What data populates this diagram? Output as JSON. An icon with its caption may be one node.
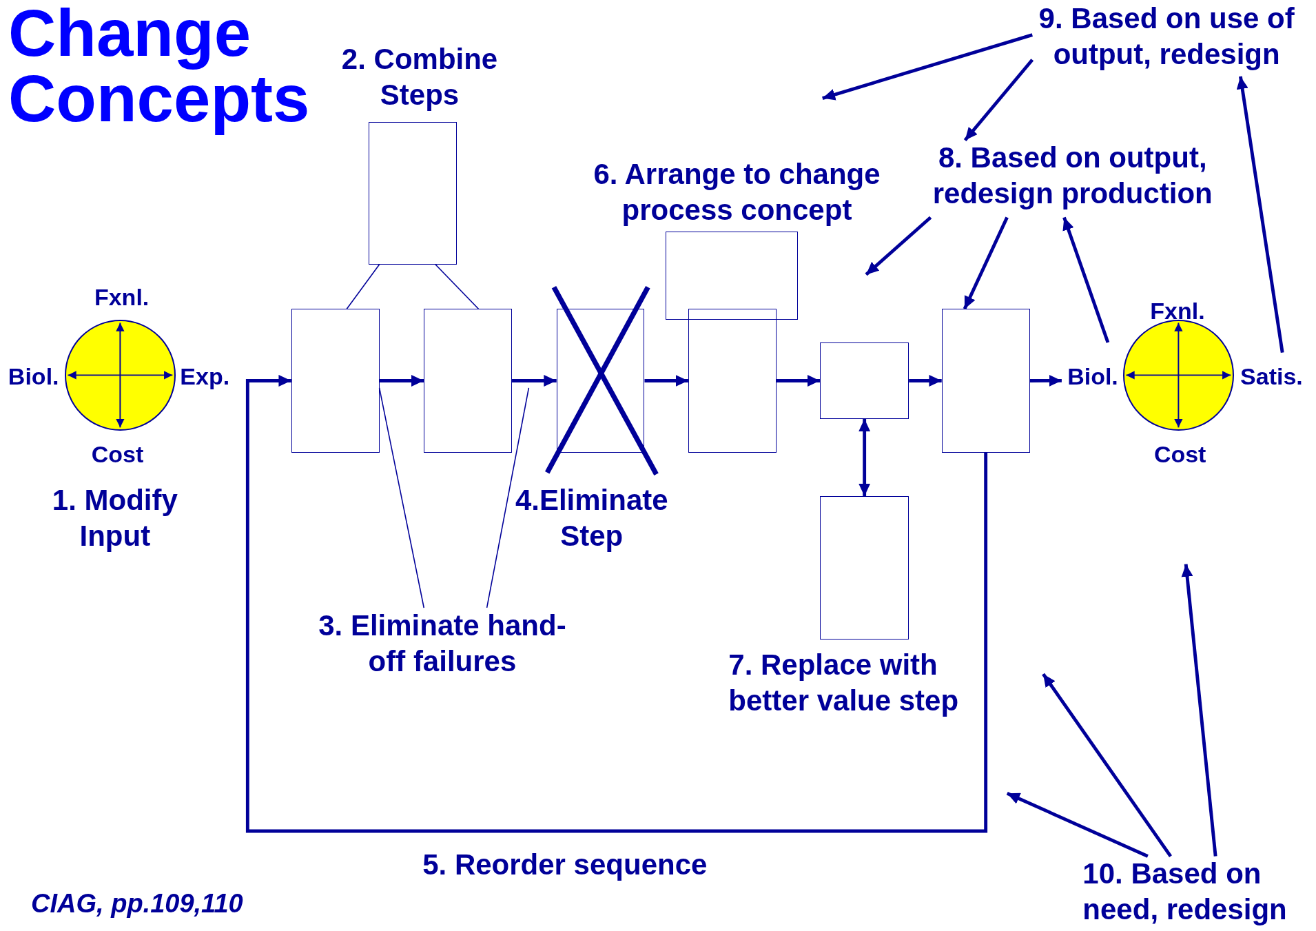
{
  "diagram": {
    "title": "Change Concepts",
    "nodes": [
      {
        "text": [],
        "shape": "circle",
        "beside": [
          "Fxnl.",
          "Biol.",
          "Exp.",
          "Cost",
          "1. Modify Input"
        ]
      },
      {
        "text": [
          "2. Combine Steps"
        ]
      },
      {
        "text": [],
        "shape": "box"
      },
      {
        "text": [],
        "shape": "box"
      },
      {
        "text": [],
        "shape": "box",
        "beside": [
          "4.Eliminate Step"
        ]
      },
      {
        "text": [
          "6. Arrange to change process concept"
        ]
      },
      {
        "text": [],
        "shape": "box"
      },
      {
        "text": [],
        "shape": "box"
      },
      {
        "text": [],
        "shape": "box",
        "beside": [
          "7. Replace with better value step"
        ]
      },
      {
        "text": [],
        "shape": "box"
      },
      {
        "text": [],
        "shape": "circle",
        "beside": [
          "Fxnl.",
          "Biol.",
          "Satis.",
          "Cost"
        ]
      },
      {
        "text": [
          "3. Eliminate hand-off failures"
        ]
      },
      {
        "text": [
          "8. Based on output, redesign production"
        ]
      },
      {
        "text": [
          "9. Based on use of output, redesign"
        ]
      },
      {
        "text": [
          "10. Based on need, redesign"
        ]
      }
    ],
    "edges": [
      {
        "from": 9,
        "to": 2,
        "arrow": "to",
        "label": "5. Reorder sequence"
      },
      {
        "from": 2,
        "to": 3,
        "arrow": "to"
      },
      {
        "from": 3,
        "to": 4,
        "arrow": "to"
      },
      {
        "from": 4,
        "to": 6,
        "arrow": "to"
      },
      {
        "from": 6,
        "to": 7,
        "arrow": "to"
      },
      {
        "from": 7,
        "to": 9,
        "arrow": "to"
      },
      {
        "from": 9,
        "to": 10,
        "arrow": "to"
      },
      {
        "from": 1,
        "to": 2,
        "arrow": "none"
      },
      {
        "from": 1,
        "to": 3,
        "arrow": "none"
      },
      {
        "from": 7,
        "to": 8,
        "arrow": "both"
      },
      {
        "from": 11,
        "to": 2,
        "arrow": "none"
      },
      {
        "from": 11,
        "to": null,
        "arrow": "none"
      },
      {
        "from": 12,
        "to": null,
        "arrow": "to"
      },
      {
        "from": 12,
        "to": 9,
        "arrow": "to"
      },
      {
        "from": 10,
        "to": 12,
        "arrow": "to"
      },
      {
        "from": 13,
        "to": null,
        "arrow": "to"
      },
      {
        "from": 13,
        "to": 12,
        "arrow": "to"
      },
      {
        "from": 10,
        "to": 13,
        "arrow": "to"
      },
      {
        "from": 14,
        "to": null,
        "arrow": "to"
      },
      {
        "from": 14,
        "to": null,
        "arrow": "to"
      },
      {
        "from": 14,
        "to": null,
        "arrow": "to"
      }
    ],
    "labels": [
      "CIAG, pp.109,110"
    ]
  }
}
